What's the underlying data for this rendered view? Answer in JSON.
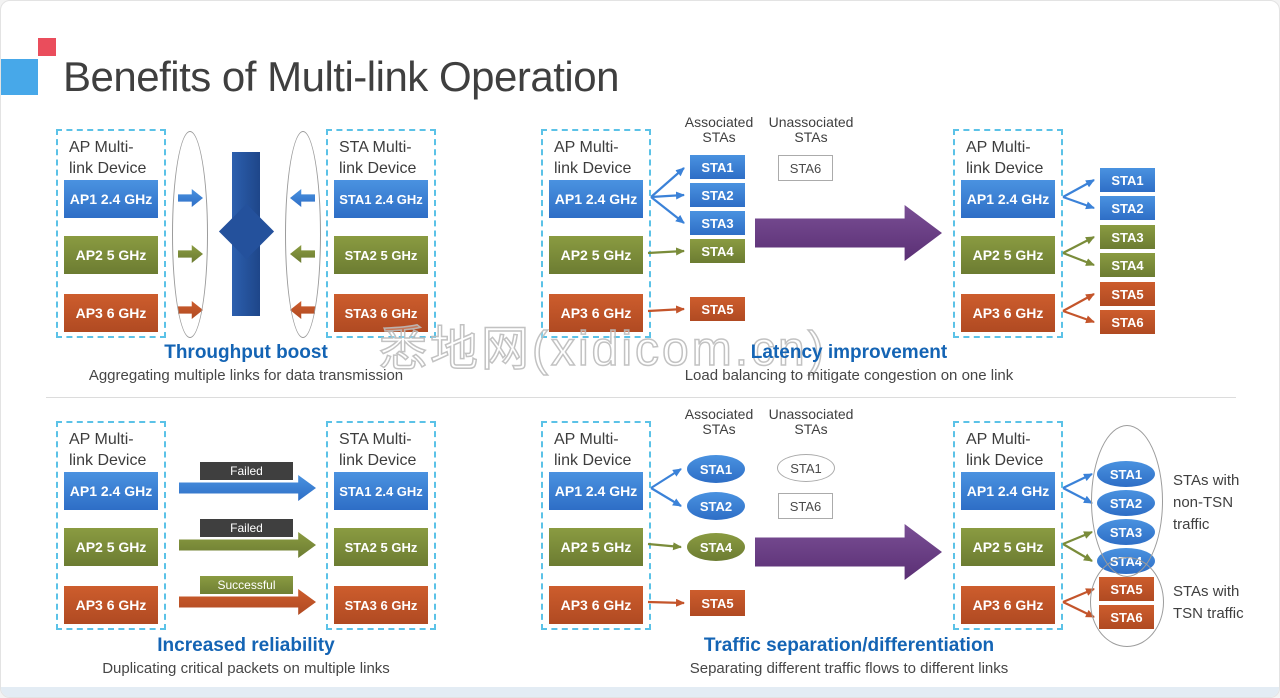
{
  "slide": {
    "title": "Benefits of Multi-link Operation"
  },
  "watermark": "悉地网(xidicom.cn)",
  "device": {
    "ap_title": "AP Multi-link Device",
    "sta_title": "STA Multi-link Device",
    "ap_links": [
      "AP1 2.4 GHz",
      "AP2 5 GHz",
      "AP3 6 GHz"
    ],
    "sta_links": [
      "STA1 2.4 GHz",
      "STA2 5 GHz",
      "STA3 6 GHz"
    ]
  },
  "headers": {
    "associated": "Associated STAs",
    "unassociated": "Unassociated STAs"
  },
  "throughput": {
    "title": "Throughput boost",
    "subtitle": "Aggregating multiple links for data transmission"
  },
  "latency": {
    "title": "Latency improvement",
    "subtitle": "Load balancing to mitigate congestion on one link",
    "associated": [
      "STA1",
      "STA2",
      "STA3",
      "STA4",
      "STA5"
    ],
    "unassociated": [
      "STA6"
    ],
    "result": [
      "STA1",
      "STA2",
      "STA3",
      "STA4",
      "STA5",
      "STA6"
    ]
  },
  "reliability": {
    "title": "Increased reliability",
    "subtitle": "Duplicating critical packets on multiple links",
    "arrows": [
      "Failed",
      "Failed",
      "Successful"
    ]
  },
  "separation": {
    "title": "Traffic separation/differentiation",
    "subtitle": "Separating different traffic flows to different links",
    "associated": [
      "STA1",
      "STA2",
      "STA4",
      "STA5"
    ],
    "unassociated": [
      "STA1",
      "STA6"
    ],
    "result": [
      "STA1",
      "STA2",
      "STA3",
      "STA4",
      "STA5",
      "STA6"
    ],
    "non_tsn": "STAs with non-TSN traffic",
    "tsn": "STAs with TSN traffic"
  },
  "colors": {
    "link_24ghz_blue": "#3b82d8",
    "link_5ghz_green": "#7a8c3a",
    "link_6ghz_orange": "#c4552b",
    "caption_blue": "#1464b4",
    "transition_purple": "#6a3f85",
    "dashed_border_blue": "#5bc2e7",
    "failed_label_gray": "#3f3f3f",
    "corner_blue": "#47a8e9",
    "corner_red": "#ea4d5c"
  }
}
